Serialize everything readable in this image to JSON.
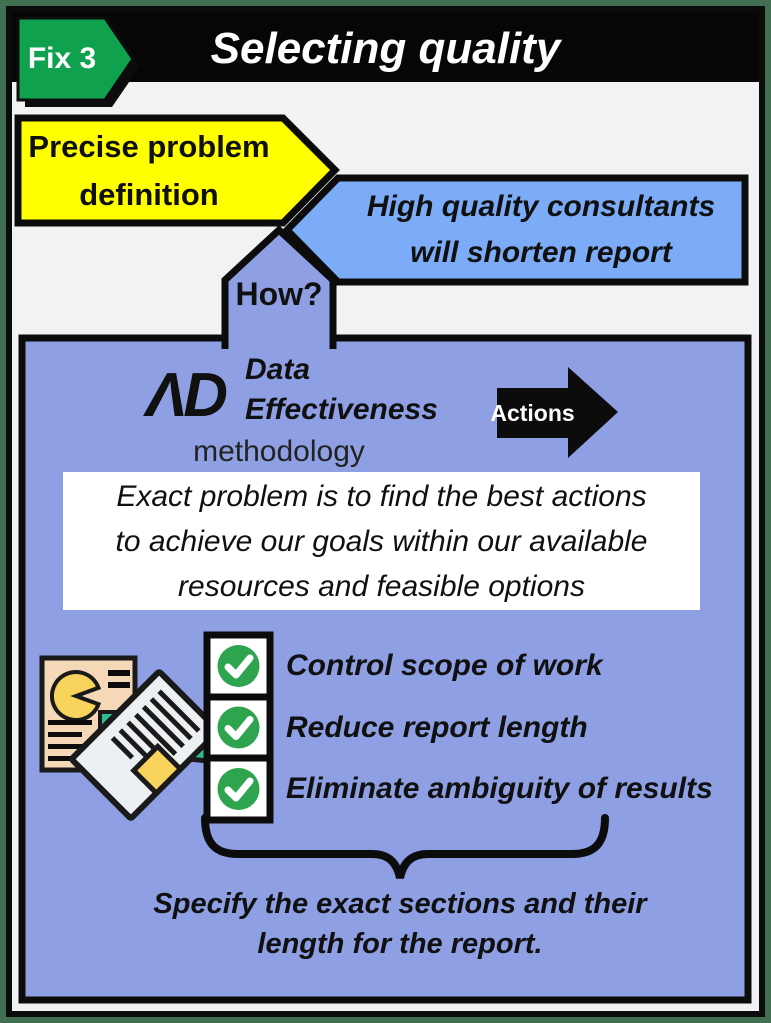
{
  "colors": {
    "frame-green": "#426F52",
    "canvas-gray": "#F1F2F3",
    "badge-green": "#10A14F",
    "arrow-yellow": "#FFFF00",
    "arrow-blue": "#7CACF8",
    "panel-periwinkle": "#8E9FE4",
    "check-green": "#2FA44E",
    "doc-tan": "#F4D8B7",
    "doc-yellow": "#F9D45C",
    "doc-teal": "#2EBD96",
    "doc-paper": "#EDF0F3"
  },
  "header": {
    "badge": "Fix 3",
    "title": "Selecting quality"
  },
  "flow": {
    "cause": {
      "lines": [
        "Precise problem",
        "definition"
      ]
    },
    "effect": {
      "lines": [
        "High quality consultants",
        "will shorten report"
      ]
    },
    "connector": "How?"
  },
  "panel": {
    "logo": {
      "mark": "ΛD",
      "name_line1": "Data",
      "name_line2": "Effectiveness",
      "subtitle": "methodology"
    },
    "action_arrow": "Actions",
    "statement": {
      "lines": [
        "Exact problem is to find the best actions",
        "to achieve our goals within our available",
        "resources and feasible options"
      ]
    },
    "checklist": [
      {
        "label": "Control scope of work"
      },
      {
        "label": "Reduce report length"
      },
      {
        "label": "Eliminate ambiguity of results"
      }
    ],
    "note": {
      "lines": [
        "Specify the exact sections and their",
        "length for the report."
      ]
    }
  }
}
